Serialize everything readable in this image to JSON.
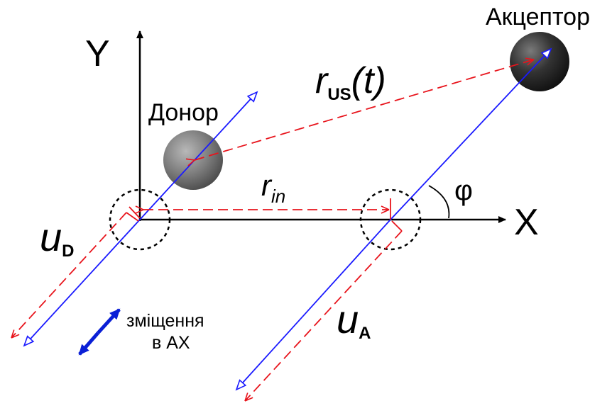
{
  "labels": {
    "axis_y": "Y",
    "axis_x": "X",
    "donor": "Донор",
    "acceptor": "Акцептор",
    "r_us_main": "r",
    "r_us_sub": "US",
    "r_us_arg": "(t)",
    "r_in_main": "r",
    "r_in_sub": "in",
    "u_d_main": "u",
    "u_d_sub": "D",
    "u_a_main": "u",
    "u_a_sub": "A",
    "phi": "φ",
    "shift_line1": "зміщення",
    "shift_line2": "в АХ"
  },
  "colors": {
    "axis": "#000000",
    "blue_vector": "#1a1aff",
    "red_dashed": "#e8141c",
    "shift_arrow": "#0a1fd6",
    "donor_sphere": "#7a7a7a",
    "acceptor_sphere": "#2a2a2a"
  }
}
